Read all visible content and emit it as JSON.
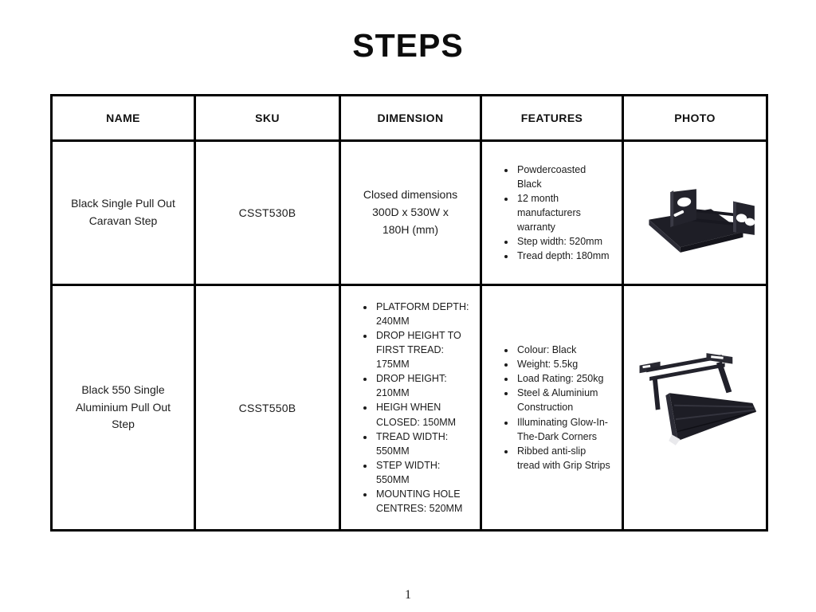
{
  "page": {
    "title": "STEPS",
    "page_number": "1"
  },
  "colors": {
    "background": "#ffffff",
    "table_border": "#000000",
    "text": "#1c1c1c",
    "product_dark": "#20202a",
    "product_highlight": "#3a3a45",
    "glow_corner": "#e9e9ec"
  },
  "table": {
    "headers": [
      "NAME",
      "SKU",
      "DIMENSION",
      "FEATURES",
      "PHOTO"
    ],
    "rows": [
      {
        "name": "Black Single Pull Out Caravan Step",
        "sku": "CSST530B",
        "dimension": "Closed dimensions 300D x 530W x 180H (mm)",
        "features": [
          "Powdercoasted Black",
          "12 month manufacturers warranty",
          "Step width: 520mm",
          "Tread depth: 180mm"
        ],
        "photo_alt": "black-single-pull-out-caravan-step-photo"
      },
      {
        "name": "Black 550 Single Aluminium Pull Out Step",
        "sku": "CSST550B",
        "dimension_bullets": [
          "PLATFORM DEPTH:  240MM",
          "DROP HEIGHT TO FIRST TREAD: 175MM",
          "DROP HEIGHT: 210MM",
          "HEIGH WHEN CLOSED: 150MM",
          "TREAD WIDTH: 550MM",
          "STEP WIDTH: 550MM",
          "MOUNTING HOLE CENTRES:  520MM"
        ],
        "features": [
          "Colour: Black",
          "Weight: 5.5kg",
          "Load Rating: 250kg",
          "Steel & Aluminium Construction",
          "Illuminating Glow-In-The-Dark Corners",
          "Ribbed anti-slip tread with Grip Strips"
        ],
        "photo_alt": "black-550-single-aluminium-pull-out-step-photo"
      }
    ]
  }
}
